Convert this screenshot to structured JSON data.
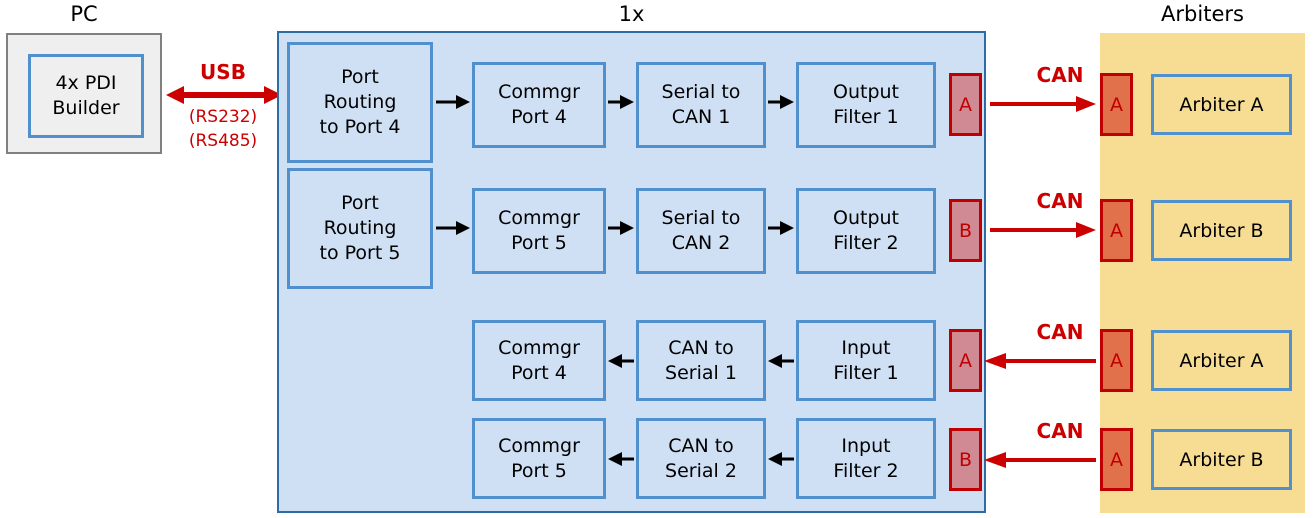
{
  "sections": {
    "pc": {
      "caption": "PC",
      "box_label": "4x PDI\nBuilder",
      "box_label_line1": "4x PDI",
      "box_label_line2": "Builder"
    },
    "onex": {
      "caption": "1x"
    },
    "arbiters": {
      "caption": "Arbiters"
    }
  },
  "link_pc_to_1x": {
    "label": "USB",
    "sub_line1": "(RS232)",
    "sub_line2": "(RS485)",
    "direction": "bidirectional"
  },
  "colors": {
    "pc_group_fill": "#efefef",
    "pc_group_border": "#808080",
    "node_fill": "#cfe0f5",
    "node_border": "#4f90cd",
    "onex_group_fill": "#cfe0f5",
    "onex_group_border": "#2e6da4",
    "arbiters_group_fill": "#f7dd94",
    "chip_left_fill": "#cf8a93",
    "chip_right_fill": "#e0714a",
    "chip_border": "#c00000",
    "accent_red": "#cc0000",
    "arrow_black": "#000000"
  },
  "rows": [
    {
      "direction": "outbound",
      "nodes": [
        {
          "line1": "Port",
          "line2": "Routing",
          "line3": "to Port 4"
        },
        {
          "line1": "Commgr",
          "line2": "Port 4"
        },
        {
          "line1": "Serial to",
          "line2": "CAN 1"
        },
        {
          "line1": "Output",
          "line2": "Filter 1"
        }
      ],
      "chip_left": "A",
      "link_label": "CAN",
      "chip_right": "A",
      "arbiter": "Arbiter A"
    },
    {
      "direction": "outbound",
      "nodes": [
        {
          "line1": "Port",
          "line2": "Routing",
          "line3": "to Port 5"
        },
        {
          "line1": "Commgr",
          "line2": "Port 5"
        },
        {
          "line1": "Serial to",
          "line2": "CAN 2"
        },
        {
          "line1": "Output",
          "line2": "Filter 2"
        }
      ],
      "chip_left": "B",
      "link_label": "CAN",
      "chip_right": "A",
      "arbiter": "Arbiter B"
    },
    {
      "direction": "inbound",
      "nodes": [
        {
          "line1": "Commgr",
          "line2": "Port 4"
        },
        {
          "line1": "CAN to",
          "line2": "Serial 1"
        },
        {
          "line1": "Input",
          "line2": "Filter 1"
        }
      ],
      "chip_left": "A",
      "link_label": "CAN",
      "chip_right": "A",
      "arbiter": "Arbiter A"
    },
    {
      "direction": "inbound",
      "nodes": [
        {
          "line1": "Commgr",
          "line2": "Port 5"
        },
        {
          "line1": "CAN to",
          "line2": "Serial 2"
        },
        {
          "line1": "Input",
          "line2": "Filter 2"
        }
      ],
      "chip_left": "B",
      "link_label": "CAN",
      "chip_right": "A",
      "arbiter": "Arbiter B"
    }
  ]
}
